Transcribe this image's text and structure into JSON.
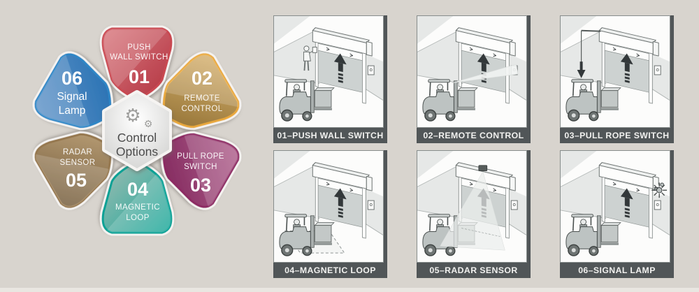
{
  "page": {
    "background": "#d8d4ce"
  },
  "infographic": {
    "center": {
      "title_line1": "Control",
      "title_line2": "Options",
      "icon": "gears-icon"
    },
    "petals": [
      {
        "number": "01",
        "line1": "PUSH",
        "line2": "WALL SWITCH",
        "color": "#c2414b"
      },
      {
        "number": "02",
        "line1": "REMOTE",
        "line2": "CONTROL",
        "color": "#e2a23c"
      },
      {
        "number": "03",
        "line1": "PULL ROPE",
        "line2": "SWITCH",
        "color": "#8d2a63"
      },
      {
        "number": "04",
        "line1": "MAGNETIC",
        "line2": "LOOP",
        "color": "#12a396"
      },
      {
        "number": "05",
        "line1": "RADAR",
        "line2": "SENSOR",
        "color": "#8a6c4a"
      },
      {
        "number": "06",
        "line1": "Signal",
        "line2": "Lamp",
        "color": "#2c82c4"
      }
    ]
  },
  "panels": [
    {
      "caption": "01–PUSH WALL SWITCH",
      "variant": "push-wall-switch"
    },
    {
      "caption": "02–REMOTE CONTROL",
      "variant": "remote-control"
    },
    {
      "caption": "03–PULL ROPE SWITCH",
      "variant": "pull-rope-switch"
    },
    {
      "caption": "04–MAGNETIC LOOP",
      "variant": "magnetic-loop"
    },
    {
      "caption": "05–RADAR SENSOR",
      "variant": "radar-sensor"
    },
    {
      "caption": "06–SIGNAL LAMP",
      "variant": "signal-lamp"
    }
  ],
  "colors": {
    "caption_bar": "#515658",
    "panel_bg": "#fcfcfb",
    "accent_red": "#c2414b",
    "accent_gold": "#e2a23c",
    "accent_magenta": "#8d2a63",
    "accent_teal": "#12a396",
    "accent_brown": "#8a6c4a",
    "accent_blue": "#2c82c4"
  }
}
